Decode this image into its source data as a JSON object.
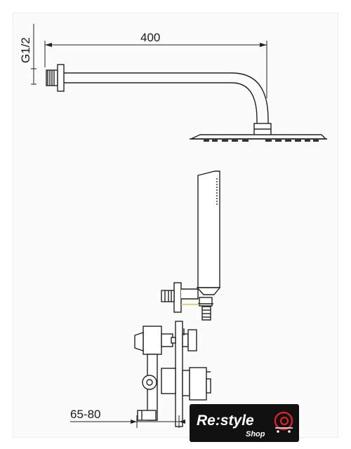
{
  "dimensions": {
    "arm_length": "400",
    "thread_size": "G1/2",
    "wall_depth": "65-80"
  },
  "brand": {
    "name": "Re:style",
    "sub": "Shop",
    "colors": {
      "badge_background": "#111111",
      "accent": "#d6242a"
    }
  },
  "icons": [
    "cart-at-icon"
  ]
}
